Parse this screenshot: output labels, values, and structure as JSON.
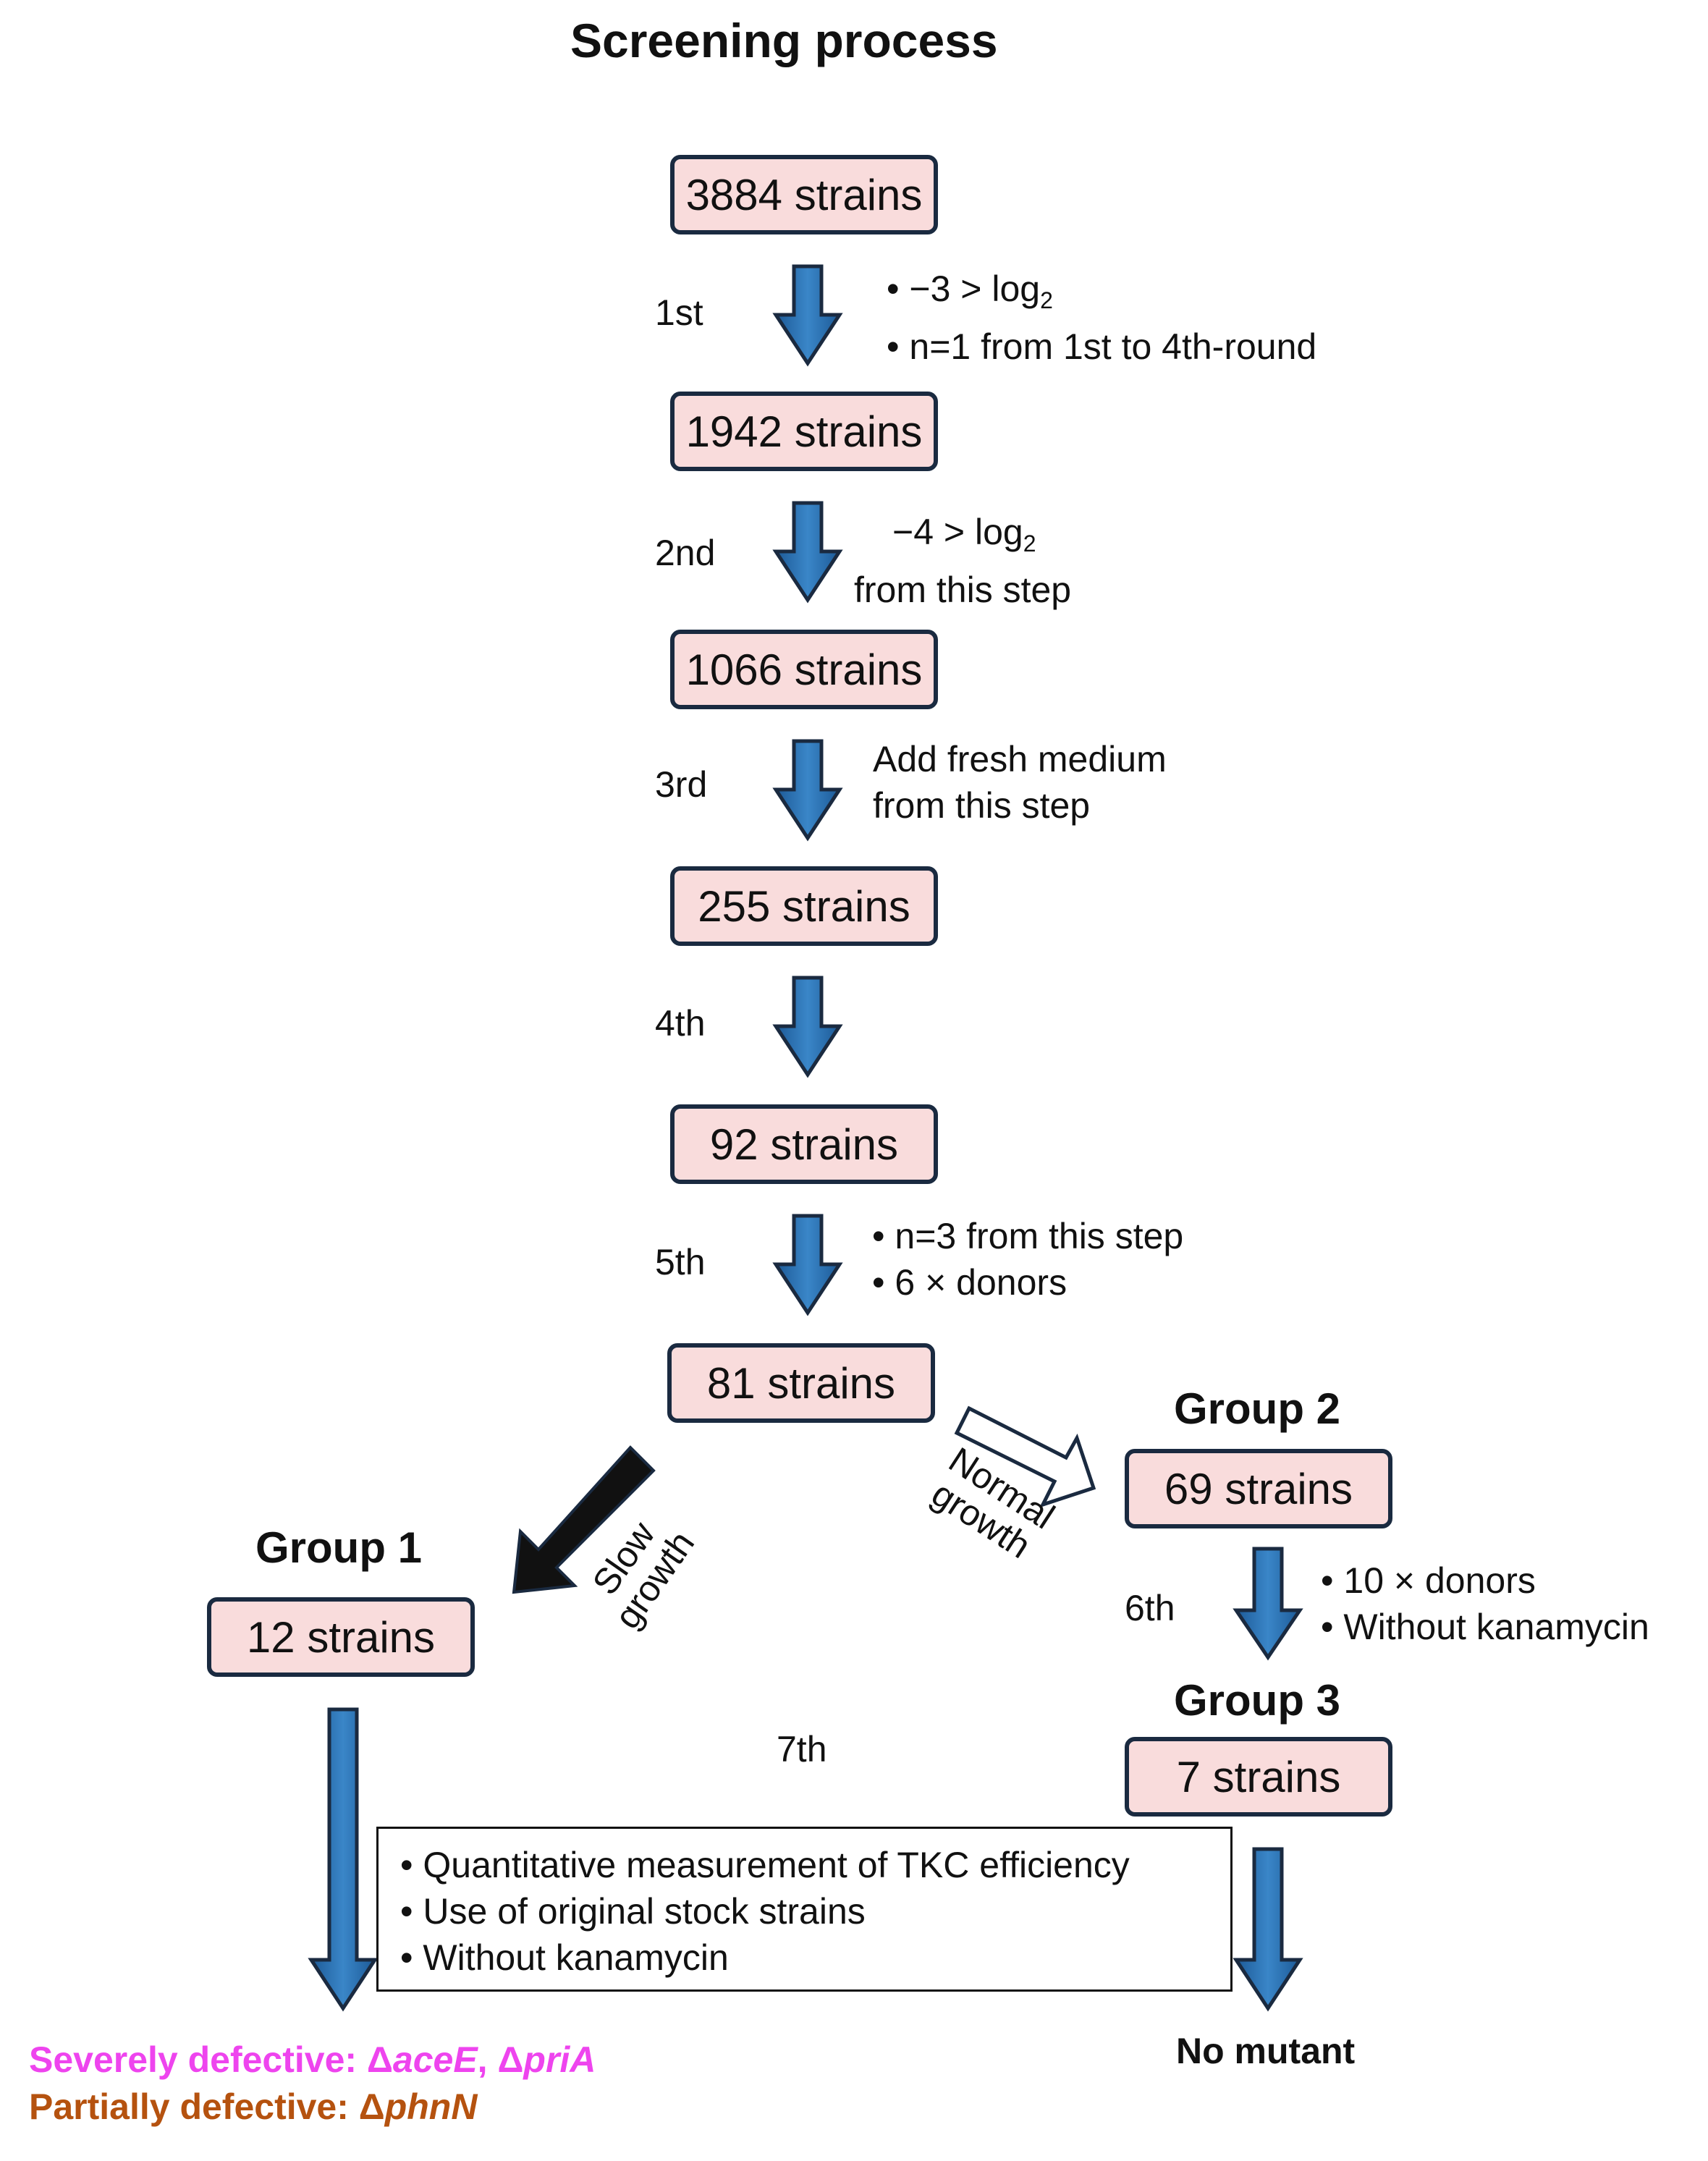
{
  "title": "Screening process",
  "boxes": [
    {
      "label": "3884 strains"
    },
    {
      "label": "1942 strains"
    },
    {
      "label": "1066 strains"
    },
    {
      "label": "255 strains"
    },
    {
      "label": "92 strains"
    },
    {
      "label": "81 strains"
    },
    {
      "label": "69 strains"
    },
    {
      "label": "12 strains"
    },
    {
      "label": "7 strains"
    }
  ],
  "steps": {
    "s1": "1st",
    "s2": "2nd",
    "s3": "3rd",
    "s4": "4th",
    "s5": "5th",
    "s6": "6th",
    "s7": "7th"
  },
  "notes": {
    "n1a": "• −3 > log",
    "n1a_sub": "2",
    "n1b": "• n=1 from 1st to 4th-round",
    "n2a": "−4 > log",
    "n2a_sub": "2",
    "n2b": "from this step",
    "n3a": "Add fresh medium",
    "n3b": "from this step",
    "n5a": "• n=3 from this step",
    "n5b": "• 6 ×  donors",
    "n6a": "• 10 ×  donors",
    "n6b": "• Without kanamycin"
  },
  "groups": {
    "g1": "Group 1",
    "g2": "Group 2",
    "g3": "Group 3"
  },
  "branch_labels": {
    "slow_1": "Slow",
    "slow_2": "growth",
    "normal_1": "Normal",
    "normal_2": "growth"
  },
  "box7": [
    "• Quantitative measurement of TKC efficiency",
    "• Use of original stock strains",
    "• Without kanamycin"
  ],
  "results": {
    "severe_prefix": "Severely defective: Δ",
    "severe_g1": "aceE",
    "severe_mid": ", Δ",
    "severe_g2": "priA",
    "partial_prefix": "Partially defective: Δ",
    "partial_g": "phnN",
    "no_mutant": "No mutant"
  },
  "colors": {
    "box_fill": "#f9dcdc",
    "arrow_blue": "#2c6fb0",
    "severe": "#ee44ee",
    "partial": "#b5520f"
  }
}
